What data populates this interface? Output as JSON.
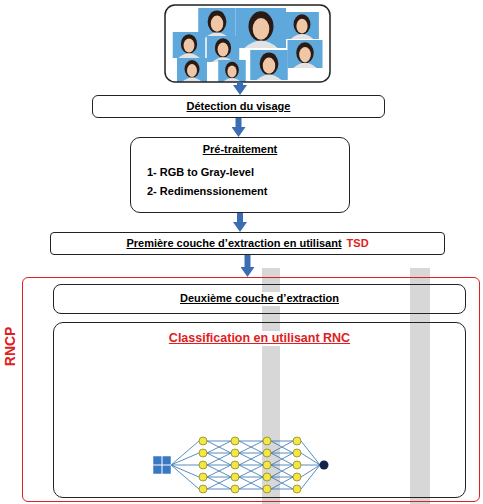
{
  "diagram": {
    "nodes": [
      {
        "text": [
          "Détection du visage"
        ]
      },
      {
        "text": [
          "Pré-traitement",
          "1- RGB to Gray-level",
          "2- Redimenssionement"
        ]
      },
      {
        "text": [
          "Première couche d’extraction en utilisant",
          "TSD"
        ]
      },
      {
        "text": [
          "RNCP"
        ]
      },
      {
        "text": [
          "Deuxième couche d’extraction"
        ],
        "in": 3
      },
      {
        "text": [
          "Classification en utilisant RNC"
        ],
        "in": 3
      }
    ],
    "edges": [
      {
        "from": 0,
        "to": 1,
        "arrow": "to"
      },
      {
        "from": 1,
        "to": 2,
        "arrow": "to"
      },
      {
        "from": 2,
        "to": 3,
        "arrow": "to"
      }
    ]
  }
}
